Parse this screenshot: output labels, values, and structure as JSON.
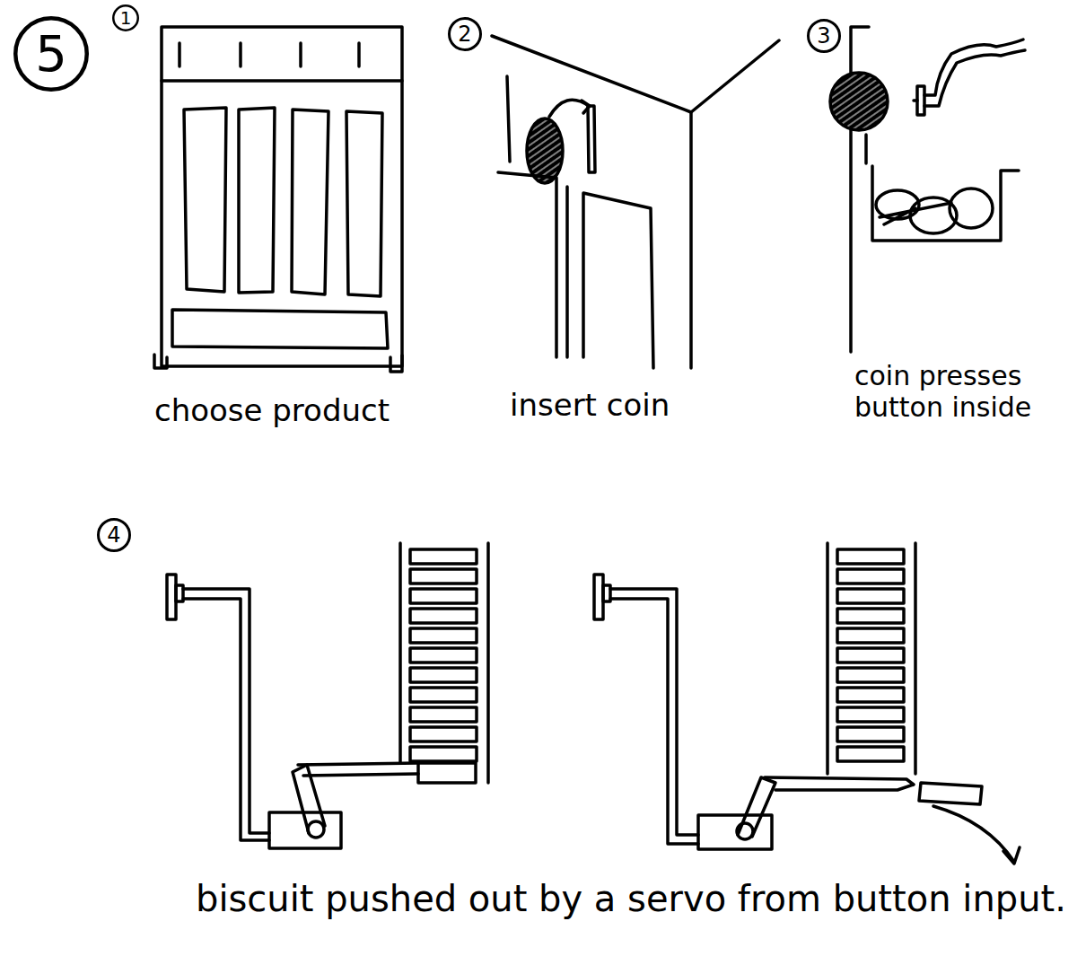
{
  "diagram": {
    "nodes": [
      {
        "text": [
          "5"
        ]
      },
      {
        "text": [
          "1"
        ]
      },
      {
        "text": [
          "2"
        ]
      },
      {
        "text": [
          "3"
        ]
      },
      {
        "text": [
          "4"
        ]
      }
    ],
    "labels": [
      "choose product",
      "insert coin",
      "coin presses button inside",
      "biscuit pushed out by a servo from button input."
    ]
  }
}
